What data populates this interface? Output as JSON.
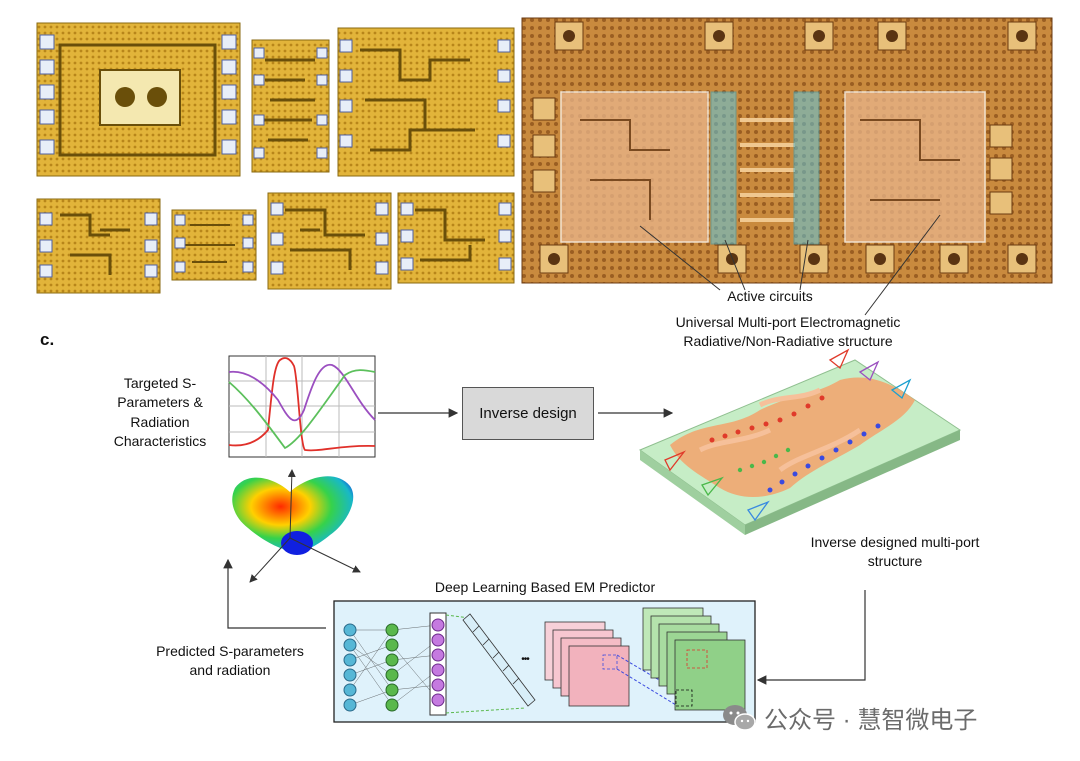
{
  "labels": {
    "active_circuits": "Active circuits",
    "universal_line1": "Universal Multi-port Electromagnetic",
    "universal_line2": "Radiative/Non-Radiative structure",
    "panel_c": "c.",
    "targeted_line1": "Targeted S-",
    "targeted_line2": "Parameters &",
    "targeted_line3": "Radiation",
    "targeted_line4": "Characteristics",
    "inverse_design": "Inverse design",
    "inverse_designed_line1": "Inverse designed multi-port",
    "inverse_designed_line2": "structure",
    "dl_predictor": "Deep Learning Based EM Predictor",
    "predicted_line1": "Predicted S-parameters",
    "predicted_line2": "and radiation",
    "ellipsis": "•••"
  },
  "watermark": {
    "text": "公众号 · 慧智微电子",
    "icon": "wechat-icon"
  },
  "colors": {
    "chip_gold": "#d7a21e",
    "die_copper": "#c9843a",
    "highlight_cyan": "#5ec8e0",
    "plot_red": "#e0302a",
    "plot_green": "#5cc05c",
    "plot_purple": "#9b4fc0",
    "nn_cyan": "#56b7d6",
    "nn_green": "#5ab84c",
    "nn_purple": "#c57ae0",
    "dl_box_bg": "#dff2fb",
    "inverse_box_bg": "#d9d9d9"
  }
}
